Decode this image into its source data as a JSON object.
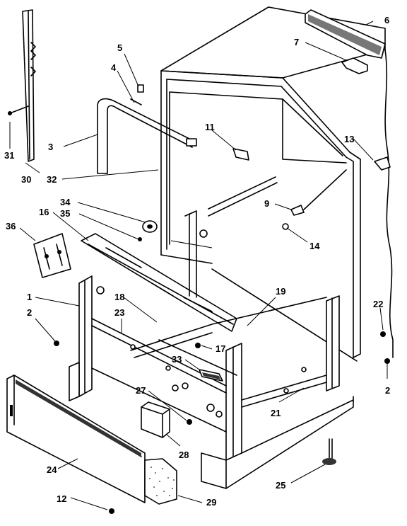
{
  "diagram": {
    "callouts": [
      {
        "id": "c6",
        "label": "6"
      },
      {
        "id": "c7",
        "label": "7"
      },
      {
        "id": "c5",
        "label": "5"
      },
      {
        "id": "c4",
        "label": "4"
      },
      {
        "id": "c3",
        "label": "3"
      },
      {
        "id": "c11",
        "label": "11"
      },
      {
        "id": "c13",
        "label": "13"
      },
      {
        "id": "c31",
        "label": "31"
      },
      {
        "id": "c30",
        "label": "30"
      },
      {
        "id": "c32",
        "label": "32"
      },
      {
        "id": "c9",
        "label": "9"
      },
      {
        "id": "c34",
        "label": "34"
      },
      {
        "id": "c16",
        "label": "16"
      },
      {
        "id": "c35",
        "label": "35"
      },
      {
        "id": "c14",
        "label": "14"
      },
      {
        "id": "c36",
        "label": "36"
      },
      {
        "id": "c1",
        "label": "1"
      },
      {
        "id": "c18",
        "label": "18"
      },
      {
        "id": "c19",
        "label": "19"
      },
      {
        "id": "c22",
        "label": "22"
      },
      {
        "id": "c2a",
        "label": "2"
      },
      {
        "id": "c23",
        "label": "23"
      },
      {
        "id": "c17",
        "label": "17"
      },
      {
        "id": "c33",
        "label": "33"
      },
      {
        "id": "c2b",
        "label": "2"
      },
      {
        "id": "c27",
        "label": "27"
      },
      {
        "id": "c21",
        "label": "21"
      },
      {
        "id": "c28",
        "label": "28"
      },
      {
        "id": "c24",
        "label": "24"
      },
      {
        "id": "c25",
        "label": "25"
      },
      {
        "id": "c12",
        "label": "12"
      },
      {
        "id": "c29",
        "label": "29"
      }
    ]
  }
}
